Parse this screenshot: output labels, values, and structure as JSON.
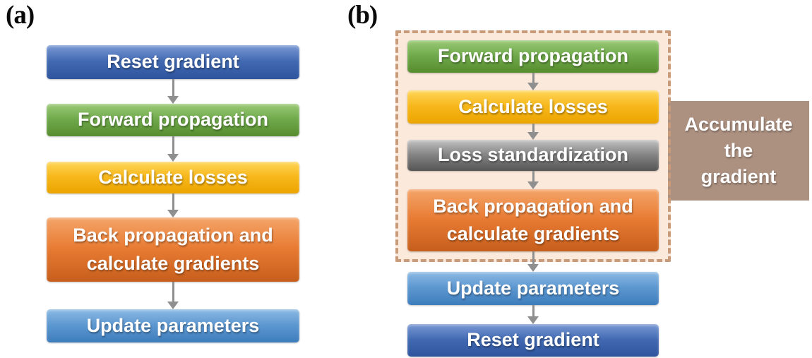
{
  "colors": {
    "arrow": "#8F8F8F",
    "dashed_border": "#C89B7A",
    "loop_background": "#FBE9DC",
    "annotation_background": "#AC9181",
    "box_text": "#FFFFFF",
    "panel_label_text": "#0A0A0A"
  },
  "panel_a": {
    "label": "(a)",
    "steps": [
      {
        "label": "Reset gradient",
        "color_top": "#7A99D5",
        "color_mid": "#4169B1",
        "color_bottom": "#2E549D"
      },
      {
        "label": "Forward propagation",
        "color_top": "#9BCA77",
        "color_mid": "#6FA94B",
        "color_bottom": "#568C2E"
      },
      {
        "label": "Calculate losses",
        "color_top": "#FFD65A",
        "color_mid": "#F7B71A",
        "color_bottom": "#ECA400"
      },
      {
        "label": "Back propagation and calculate gradients",
        "color_top": "#F4A569",
        "color_mid": "#E87B33",
        "color_bottom": "#C65E1C"
      },
      {
        "label": "Update parameters",
        "color_top": "#8CBAE4",
        "color_mid": "#5C97D0",
        "color bottom_note": "",
        "color_bottom": "#3D7CBC"
      }
    ]
  },
  "panel_b": {
    "label": "(b)",
    "loop_steps": [
      {
        "label": "Forward propagation",
        "color_top": "#9BCA77",
        "color_mid": "#6FA94B",
        "color_bottom": "#568C2E"
      },
      {
        "label": "Calculate losses",
        "color_top": "#FFD65A",
        "color_mid": "#F7B71A",
        "color_bottom": "#ECA400"
      },
      {
        "label": "Loss standardization",
        "color_top": "#C2C2C2",
        "color_mid": "#848484",
        "color_bottom": "#555555"
      },
      {
        "label": "Back propagation and calculate gradients",
        "color_top": "#F4A569",
        "color_mid": "#E87B33",
        "color_bottom": "#C65E1C"
      }
    ],
    "post_steps": [
      {
        "label": "Update parameters",
        "color_top": "#8CBAE4",
        "color_mid": "#5C97D0",
        "color_bottom": "#3D7CBC"
      },
      {
        "label": "Reset gradient",
        "color_top": "#7A99D5",
        "color_mid": "#4169B1",
        "color_bottom": "#2E549D"
      }
    ],
    "annotation": {
      "label": "Accumulate the gradient"
    }
  }
}
